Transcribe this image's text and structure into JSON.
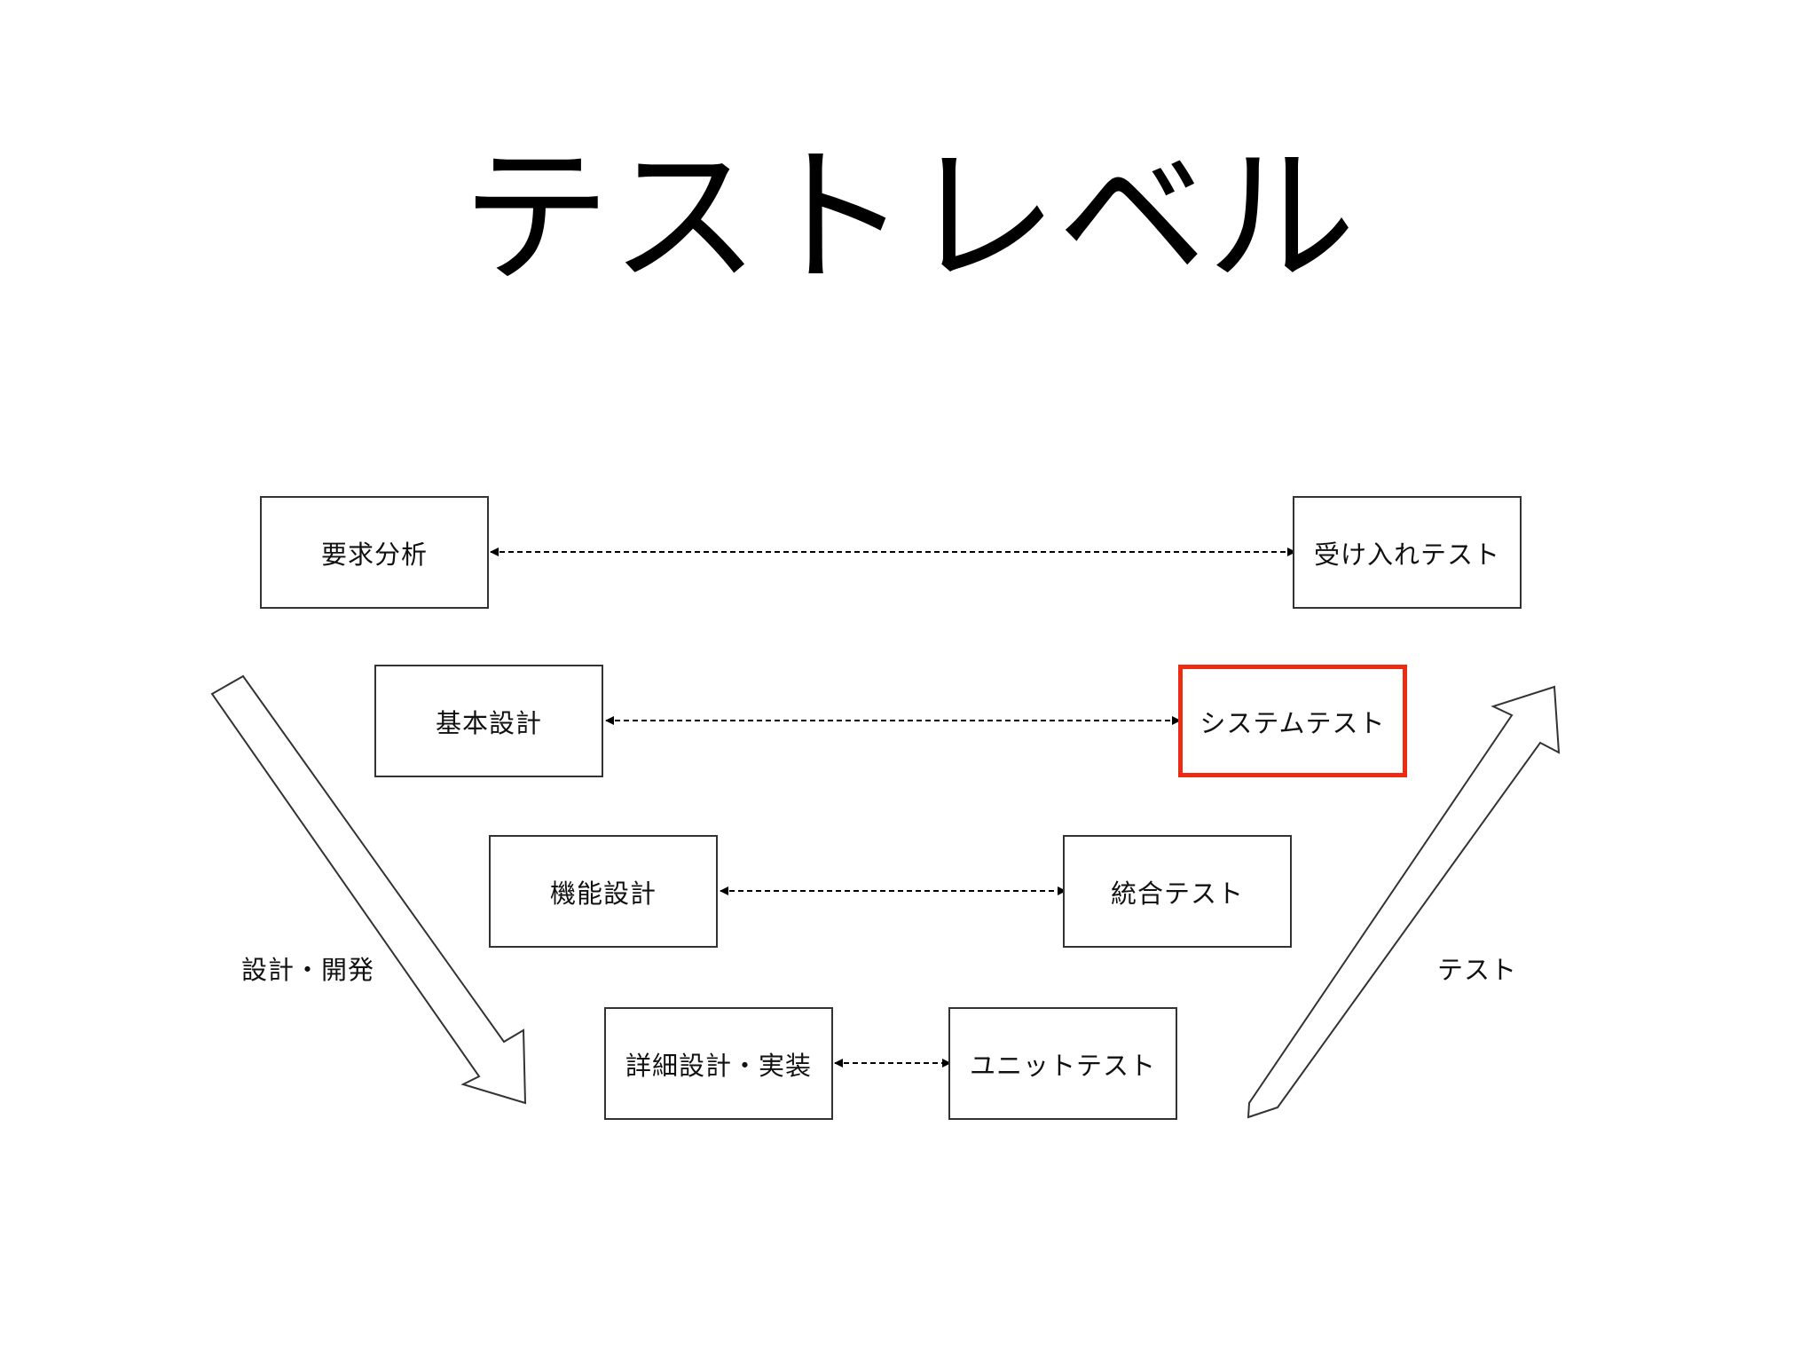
{
  "title": "テストレベル",
  "design_side": {
    "label": "設計・開発",
    "boxes": [
      {
        "label": "要求分析"
      },
      {
        "label": "基本設計"
      },
      {
        "label": "機能設計"
      },
      {
        "label": "詳細設計・実装"
      }
    ]
  },
  "test_side": {
    "label": "テスト",
    "boxes": [
      {
        "label": "受け入れテスト"
      },
      {
        "label": "システムテスト",
        "highlighted": true
      },
      {
        "label": "統合テスト"
      },
      {
        "label": "ユニットテスト"
      }
    ]
  },
  "colors": {
    "highlight": "#ee2a12",
    "line": "#000000"
  }
}
